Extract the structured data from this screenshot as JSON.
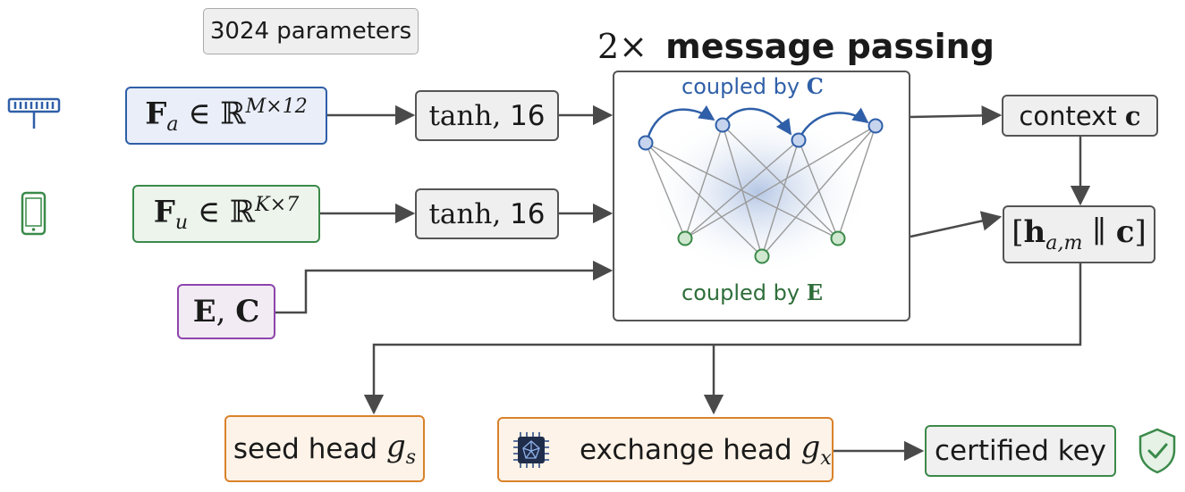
{
  "param_badge": "3024 parameters",
  "message_passing": {
    "prefix": "2×",
    "title": "message passing"
  },
  "coupled_top": {
    "text": "coupled by",
    "symbol": "C"
  },
  "coupled_bottom": {
    "text": "coupled by",
    "symbol": "E"
  },
  "inputs": {
    "fa": {
      "sym": "F",
      "sub": "a",
      "rel": "∈ ℝ",
      "sup": "M×12"
    },
    "fu": {
      "sym": "F",
      "sub": "u",
      "rel": "∈ ℝ",
      "sup": "K×7"
    },
    "ec": {
      "e": "E",
      "sep": ",",
      "c": "C"
    }
  },
  "encoders": {
    "top_func": "tanh,",
    "top_num": "16",
    "bottom_func": "tanh,",
    "bottom_num": "16"
  },
  "context": {
    "text": "context",
    "sym": "c"
  },
  "concat": {
    "open": "[",
    "h": "h",
    "sub": "a,m",
    "sep": "∥",
    "c": "c",
    "close": "]"
  },
  "heads": {
    "seed": {
      "text": "seed head",
      "sym": "g",
      "sub": "s"
    },
    "exchange": {
      "text": "exchange head",
      "sym": "g",
      "sub": "x"
    }
  },
  "certified": "certified key",
  "colors": {
    "blue": "#2f5fa8",
    "green": "#3b8a4a",
    "purple": "#8e44ad",
    "orange": "#d9822b",
    "arrow": "#4a4a4a"
  },
  "icons": [
    "antenna-array-icon",
    "phone-icon",
    "chip-icon",
    "shield-check-icon"
  ]
}
